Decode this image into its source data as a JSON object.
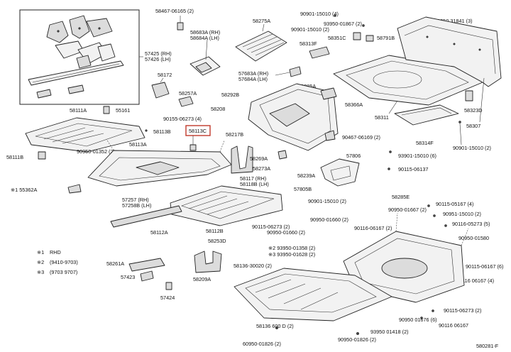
{
  "colors": {
    "line": "#222222",
    "highlight": "#c0392b",
    "background": "#ffffff"
  },
  "highlighted_part": "58113C",
  "diagram_code": "580281-F",
  "legend": [
    {
      "mark": "※1",
      "text": "RHD"
    },
    {
      "mark": "※2",
      "text": "(9410-9703)"
    },
    {
      "mark": "※3",
      "text": "(9703 9707)"
    }
  ],
  "labels": [
    "58467-06165 (2)",
    "58683A (RH)",
    "58684A (LH)",
    "58275A",
    "90901-15010 (4)",
    "90901-15010 (2)",
    "93950-01867 (2)",
    "58351C",
    "58791B",
    "90950 31841 (3)",
    "58313F",
    "57425 (RH)",
    "57426 (LH)",
    "58172",
    "57683A (RH)",
    "57684A (LH)",
    "58385A",
    "58257A",
    "58292B",
    "58111A",
    "55161",
    "58208",
    "90155-06273 (4)",
    "58113B",
    "58113C",
    "58217B",
    "58366A",
    "58311",
    "58323D",
    "58307",
    "58111B",
    "90950-01352 (2)",
    "58113A",
    "90467-06169 (2)",
    "58314F",
    "90901-15010 (2)",
    "58269A",
    "57806",
    "93901-15010 (6)",
    "58273A",
    "90115-06137",
    "58117 (RH)",
    "58118B (LH)",
    "58239A",
    "※1 55362A",
    "57805B",
    "58285E",
    "57257 (RH)",
    "57258B (LH)",
    "90901-15010 (2)",
    "90115-05167 (4)",
    "90950-01667 (2)",
    "90951-15010 (2)",
    "90950-01660 (2)",
    "90116-05273 (5)",
    "58112A",
    "58112B",
    "90115-06273 (2)",
    "90950-01660 (2)",
    "90116-06167 (2)",
    "90950-01580",
    "58253D",
    "※2 93950-01358 (2)",
    "※3 93950-01628 (2)",
    "58261A",
    "58136-30020 (2)",
    "90115-06167 (6)",
    "57423",
    "58209A",
    "90116 06167 (4)",
    "57424",
    "90115-06273 (2)",
    "58136 600 D (2)",
    "90950 01676 (6)",
    "90116 06167",
    "93950 01418 (2)",
    "60950-01826 (2)",
    "90950-01826 (2)"
  ]
}
